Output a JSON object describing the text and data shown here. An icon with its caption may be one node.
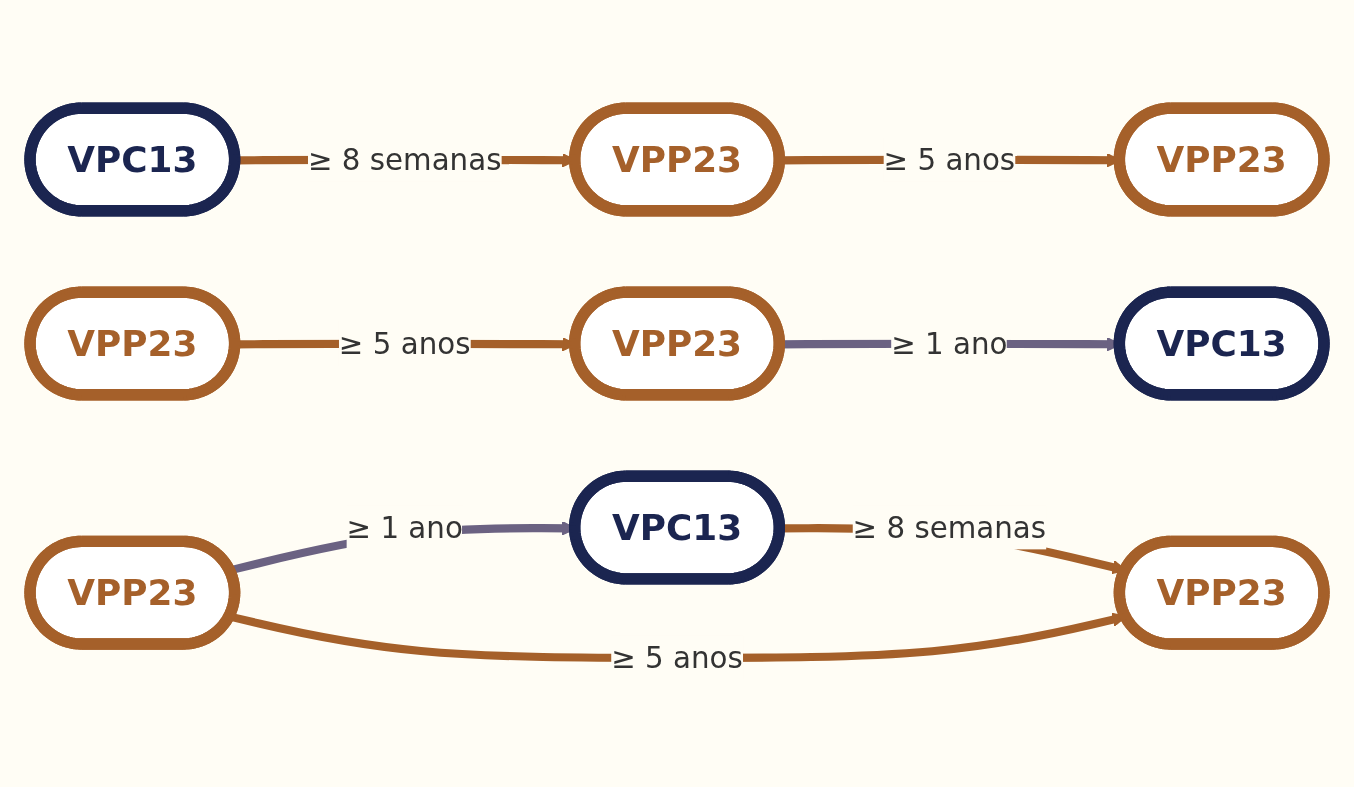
{
  "diagram": {
    "nodes": [
      {
        "text": [
          "VPC13"
        ]
      },
      {
        "text": [
          "VPP23"
        ]
      },
      {
        "text": [
          "VPP23"
        ]
      },
      {
        "text": [
          "VPP23"
        ]
      },
      {
        "text": [
          "VPP23"
        ]
      },
      {
        "text": [
          "VPC13"
        ]
      },
      {
        "text": [
          "VPP23"
        ]
      },
      {
        "text": [
          "VPC13"
        ]
      },
      {
        "text": [
          "VPP23"
        ]
      }
    ],
    "edges": [
      {
        "from": 0,
        "to": 1,
        "arrow": "to",
        "label": "≥ 8 semanas"
      },
      {
        "from": 1,
        "to": 2,
        "arrow": "to",
        "label": "≥ 5 anos"
      },
      {
        "from": 3,
        "to": 4,
        "arrow": "to",
        "label": "≥ 5 anos"
      },
      {
        "from": 4,
        "to": 5,
        "arrow": "to",
        "label": "≥ 1 ano",
        "color": "#6b6282"
      },
      {
        "from": 6,
        "to": 7,
        "arrow": "to",
        "label": "≥ 1 ano",
        "color": "#6b6282"
      },
      {
        "from": 7,
        "to": 8,
        "arrow": "to",
        "label": "≥ 8 semanas"
      },
      {
        "from": 6,
        "to": 8,
        "arrow": "to",
        "label": "≥ 5 anos"
      }
    ]
  }
}
